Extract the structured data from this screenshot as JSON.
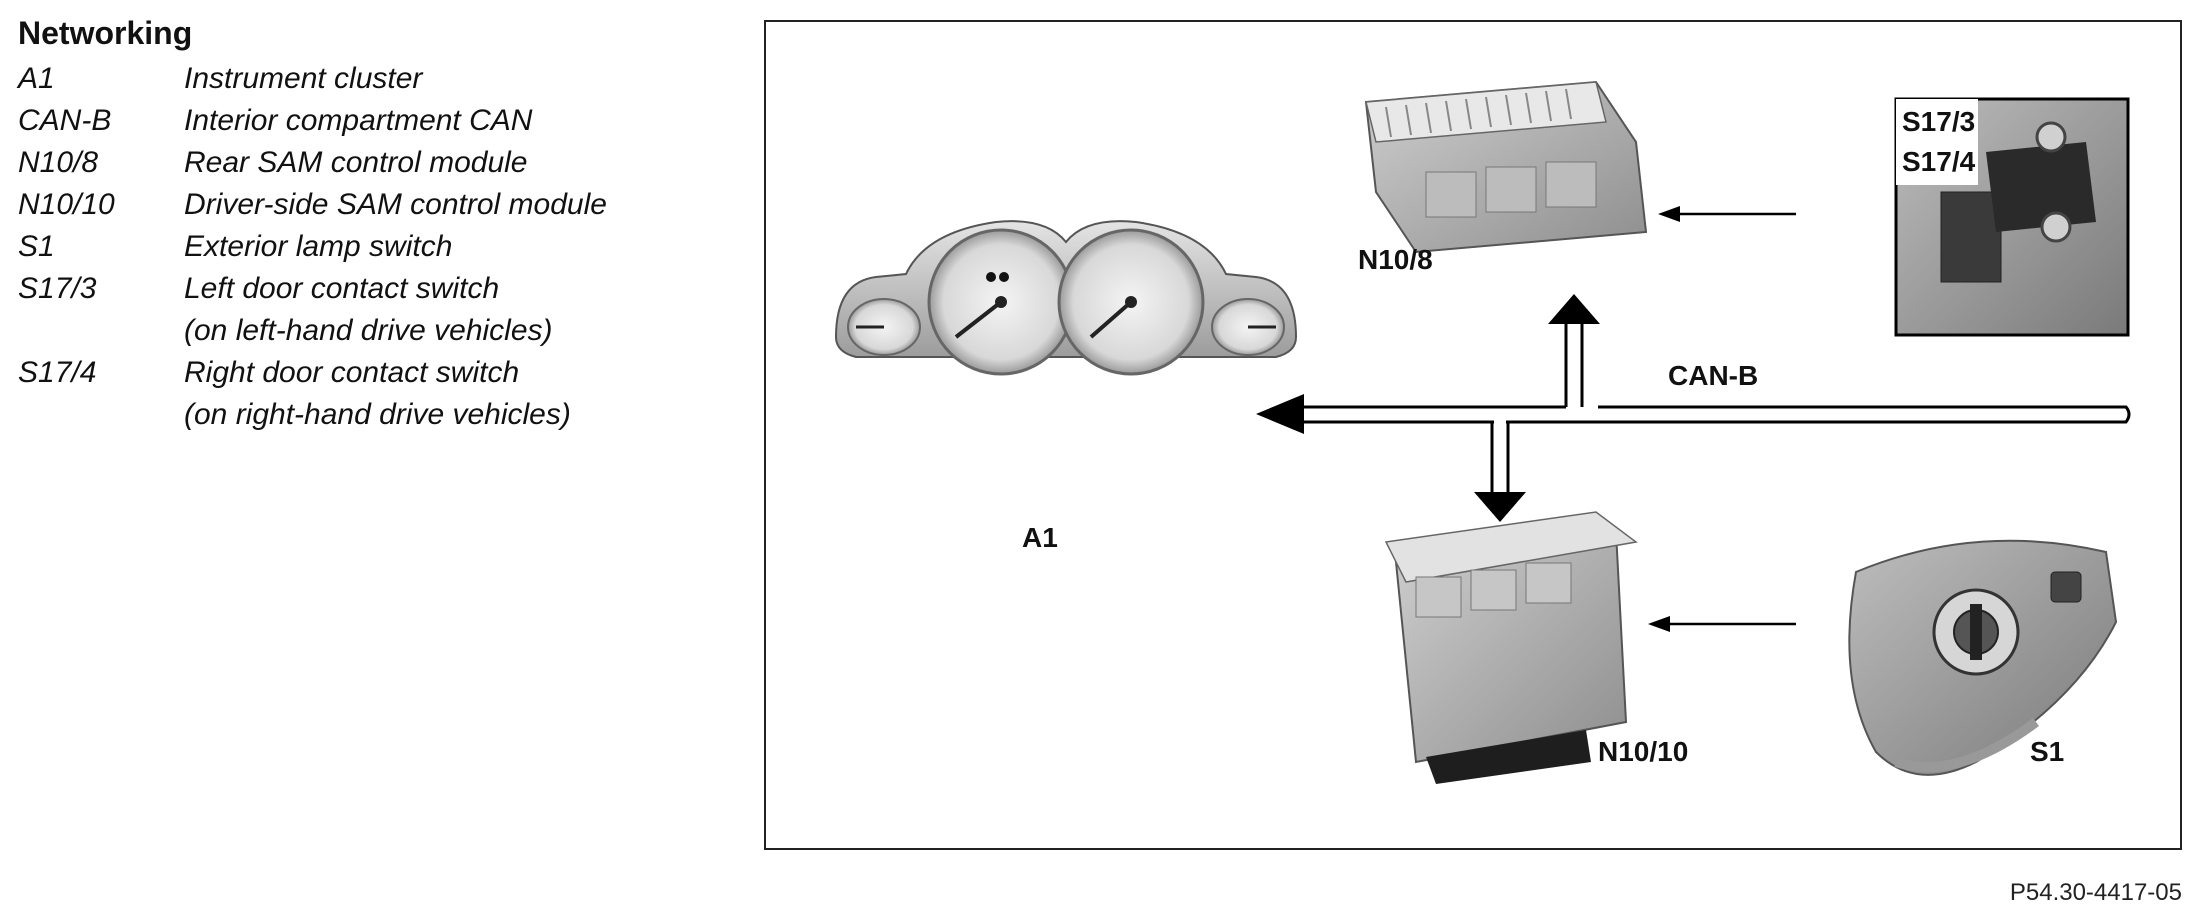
{
  "legend": {
    "title": "Networking",
    "items": [
      {
        "code": "A1",
        "desc": "Instrument cluster",
        "desc2": ""
      },
      {
        "code": "CAN-B",
        "desc": "Interior compartment CAN",
        "desc2": ""
      },
      {
        "code": "N10/8",
        "desc": "Rear SAM control module",
        "desc2": ""
      },
      {
        "code": "N10/10",
        "desc": "Driver-side SAM control module",
        "desc2": ""
      },
      {
        "code": "S1",
        "desc": "Exterior lamp switch",
        "desc2": ""
      },
      {
        "code": "S17/3",
        "desc": "Left door contact switch",
        "desc2": "(on left-hand drive vehicles)"
      },
      {
        "code": "S17/4",
        "desc": "Right door contact switch",
        "desc2": "(on right-hand drive vehicles)"
      }
    ]
  },
  "diagram": {
    "labels": {
      "a1": "A1",
      "n10_8": "N10/8",
      "n10_10": "N10/10",
      "s1": "S1",
      "s17_3": "S17/3",
      "s17_4": "S17/4",
      "can_b": "CAN-B"
    }
  },
  "reference_code": "P54.30-4417-05"
}
